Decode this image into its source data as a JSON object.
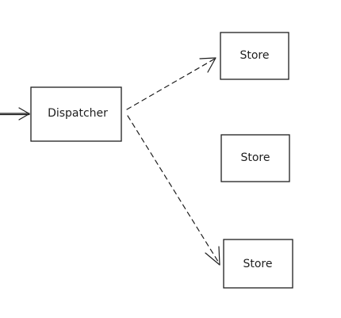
{
  "nodes": {
    "dispatcher": {
      "label": "Dispatcher"
    },
    "store_top": {
      "label": "Store"
    },
    "store_middle": {
      "label": "Store"
    },
    "store_bottom": {
      "label": "Store"
    }
  },
  "edges": [
    {
      "from": "external",
      "to": "dispatcher",
      "style": "solid"
    },
    {
      "from": "dispatcher",
      "to": "store_top",
      "style": "dashed"
    },
    {
      "from": "dispatcher",
      "to": "store_bottom",
      "style": "dashed"
    }
  ],
  "colors": {
    "stroke": "#1e1e1e",
    "background": "#ffffff"
  }
}
